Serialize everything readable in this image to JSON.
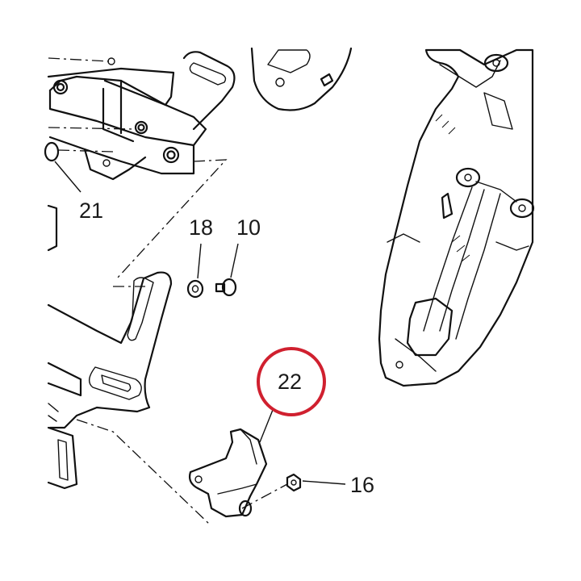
{
  "diagram": {
    "callouts": [
      {
        "id": "21",
        "label": "21"
      },
      {
        "id": "18",
        "label": "18"
      },
      {
        "id": "10",
        "label": "10"
      },
      {
        "id": "22",
        "label": "22"
      },
      {
        "id": "16",
        "label": "16"
      }
    ],
    "highlighted_callout": "22",
    "highlight_color": "#d0202f",
    "line_color": "#111111",
    "background_color": "#ffffff"
  }
}
